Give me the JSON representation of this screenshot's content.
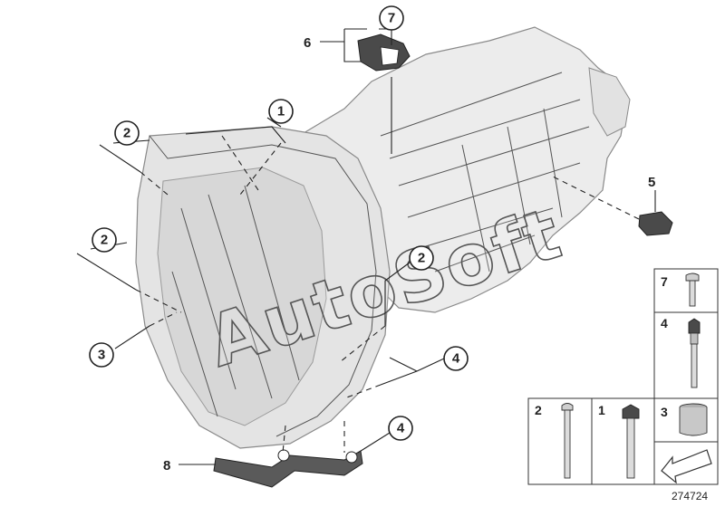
{
  "callouts": {
    "c7_top": "7",
    "c6_label": "6",
    "c1": "1",
    "c2_upper": "2",
    "c2_left": "2",
    "c2_center": "2",
    "c3": "3",
    "c5_label": "5",
    "c4_right": "4",
    "c4_bottom": "4",
    "c8_label": "8"
  },
  "parts_table": {
    "cell_7": "7",
    "cell_4": "4",
    "cell_2": "2",
    "cell_1": "1",
    "cell_3": "3"
  },
  "watermark": "AutoSoft",
  "diagram_id": "274724",
  "colors": {
    "housing_fill": "#e9e9e9",
    "housing_stroke": "#8a8a8a",
    "ink": "#222222"
  }
}
